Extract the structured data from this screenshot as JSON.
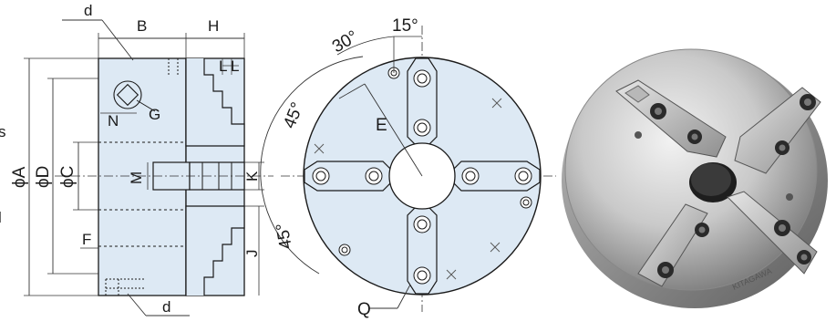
{
  "side_view": {
    "labels": {
      "d_top": "d",
      "B": "B",
      "H": "H",
      "L": "L",
      "N": "N",
      "G": "G",
      "phiA": "ϕA",
      "phiD": "ϕD",
      "phiC": "ϕC",
      "M": "M",
      "K": "K",
      "F": "F",
      "J": "J",
      "d_bottom": "d",
      "edge_s": "s",
      "edge_l": "l"
    }
  },
  "front_view": {
    "labels": {
      "angle_30": "30°",
      "angle_15": "15°",
      "angle_45_top": "45°",
      "angle_45_bottom": "45°",
      "E": "E",
      "Q": "Q"
    }
  },
  "photo": {
    "brand_text": "KITAGAWA"
  },
  "colors": {
    "face_fill": "#dde9f4",
    "line": "#1a1a1a",
    "dim_line": "#333333",
    "metal_light": "#d9d9d9",
    "metal_dark": "#8a8a8a"
  }
}
